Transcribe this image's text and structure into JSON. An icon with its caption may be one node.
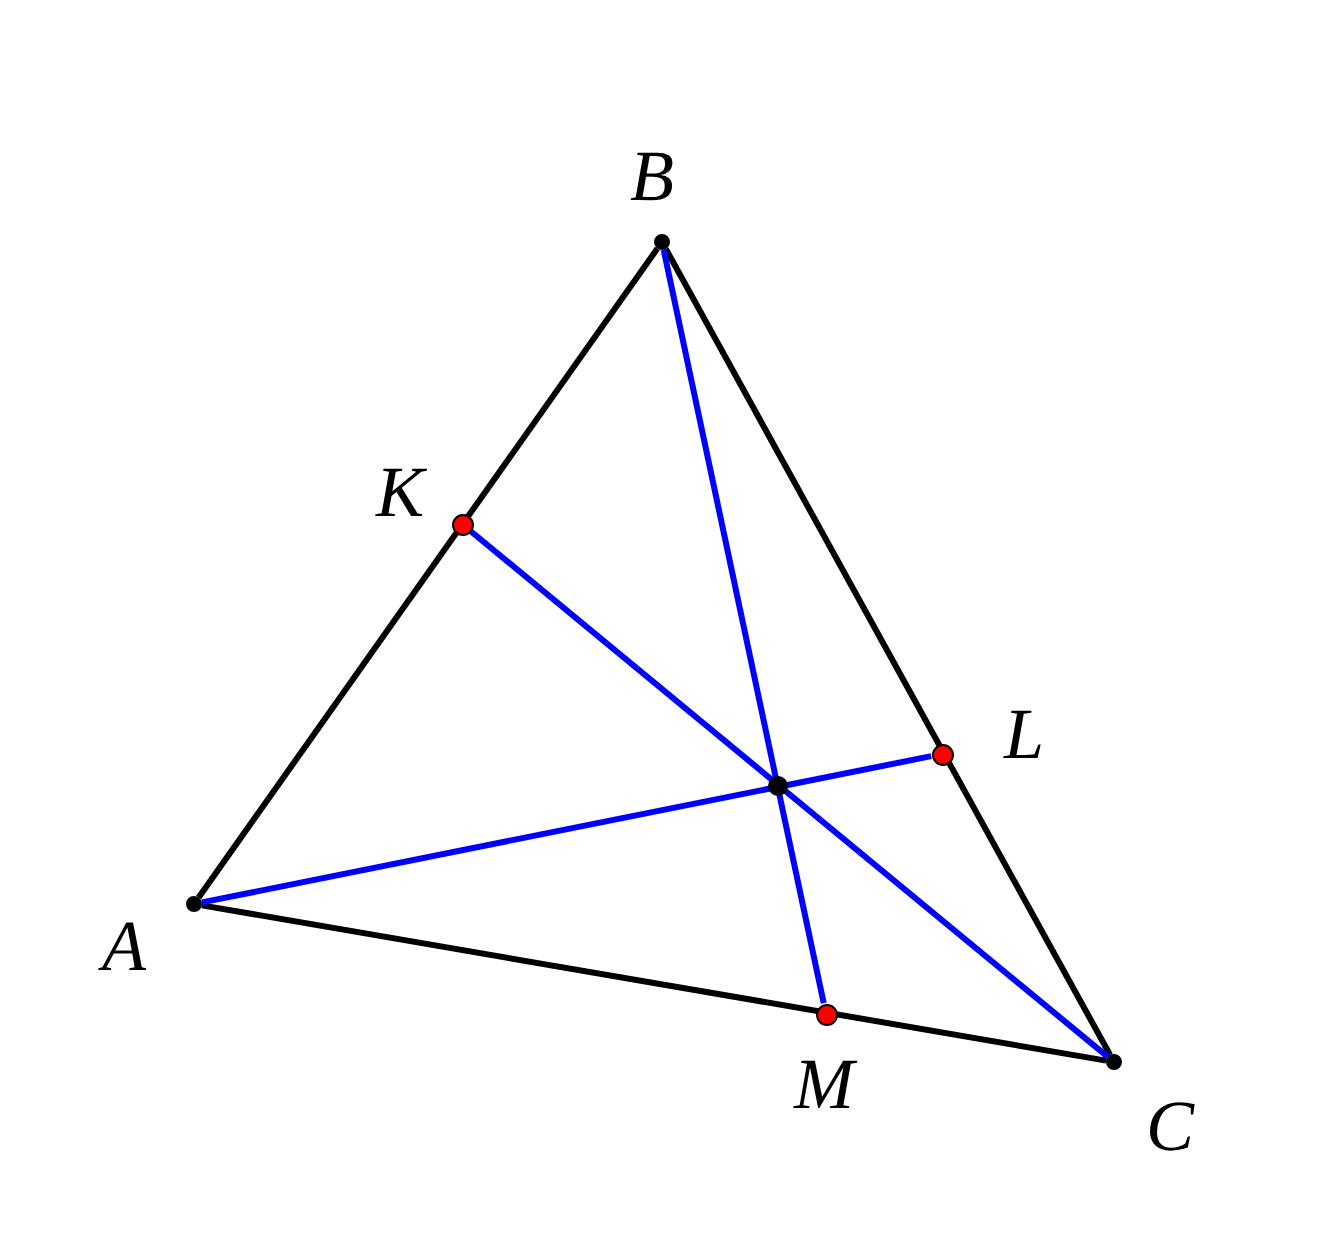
{
  "diagram": {
    "nodes": [
      {
        "text": [
          "B"
        ]
      },
      {
        "text": [
          "K"
        ]
      },
      {
        "text": [
          "L"
        ]
      },
      {
        "text": [
          "A"
        ]
      },
      {
        "text": [],
        "shape": "circle"
      },
      {
        "text": [
          "M"
        ]
      },
      {
        "text": [
          "C"
        ]
      }
    ],
    "edges": [
      {
        "from": 3,
        "to": 0,
        "arrow": "none"
      },
      {
        "from": 0,
        "to": 6,
        "arrow": "none"
      },
      {
        "from": 6,
        "to": 3,
        "arrow": "none"
      },
      {
        "from": 0,
        "to": 5,
        "arrow": "none",
        "color": "#0000ff"
      },
      {
        "from": 6,
        "to": 1,
        "arrow": "none",
        "color": "#0000ff"
      },
      {
        "from": 3,
        "to": 2,
        "arrow": "none",
        "color": "#0000ff"
      }
    ]
  }
}
